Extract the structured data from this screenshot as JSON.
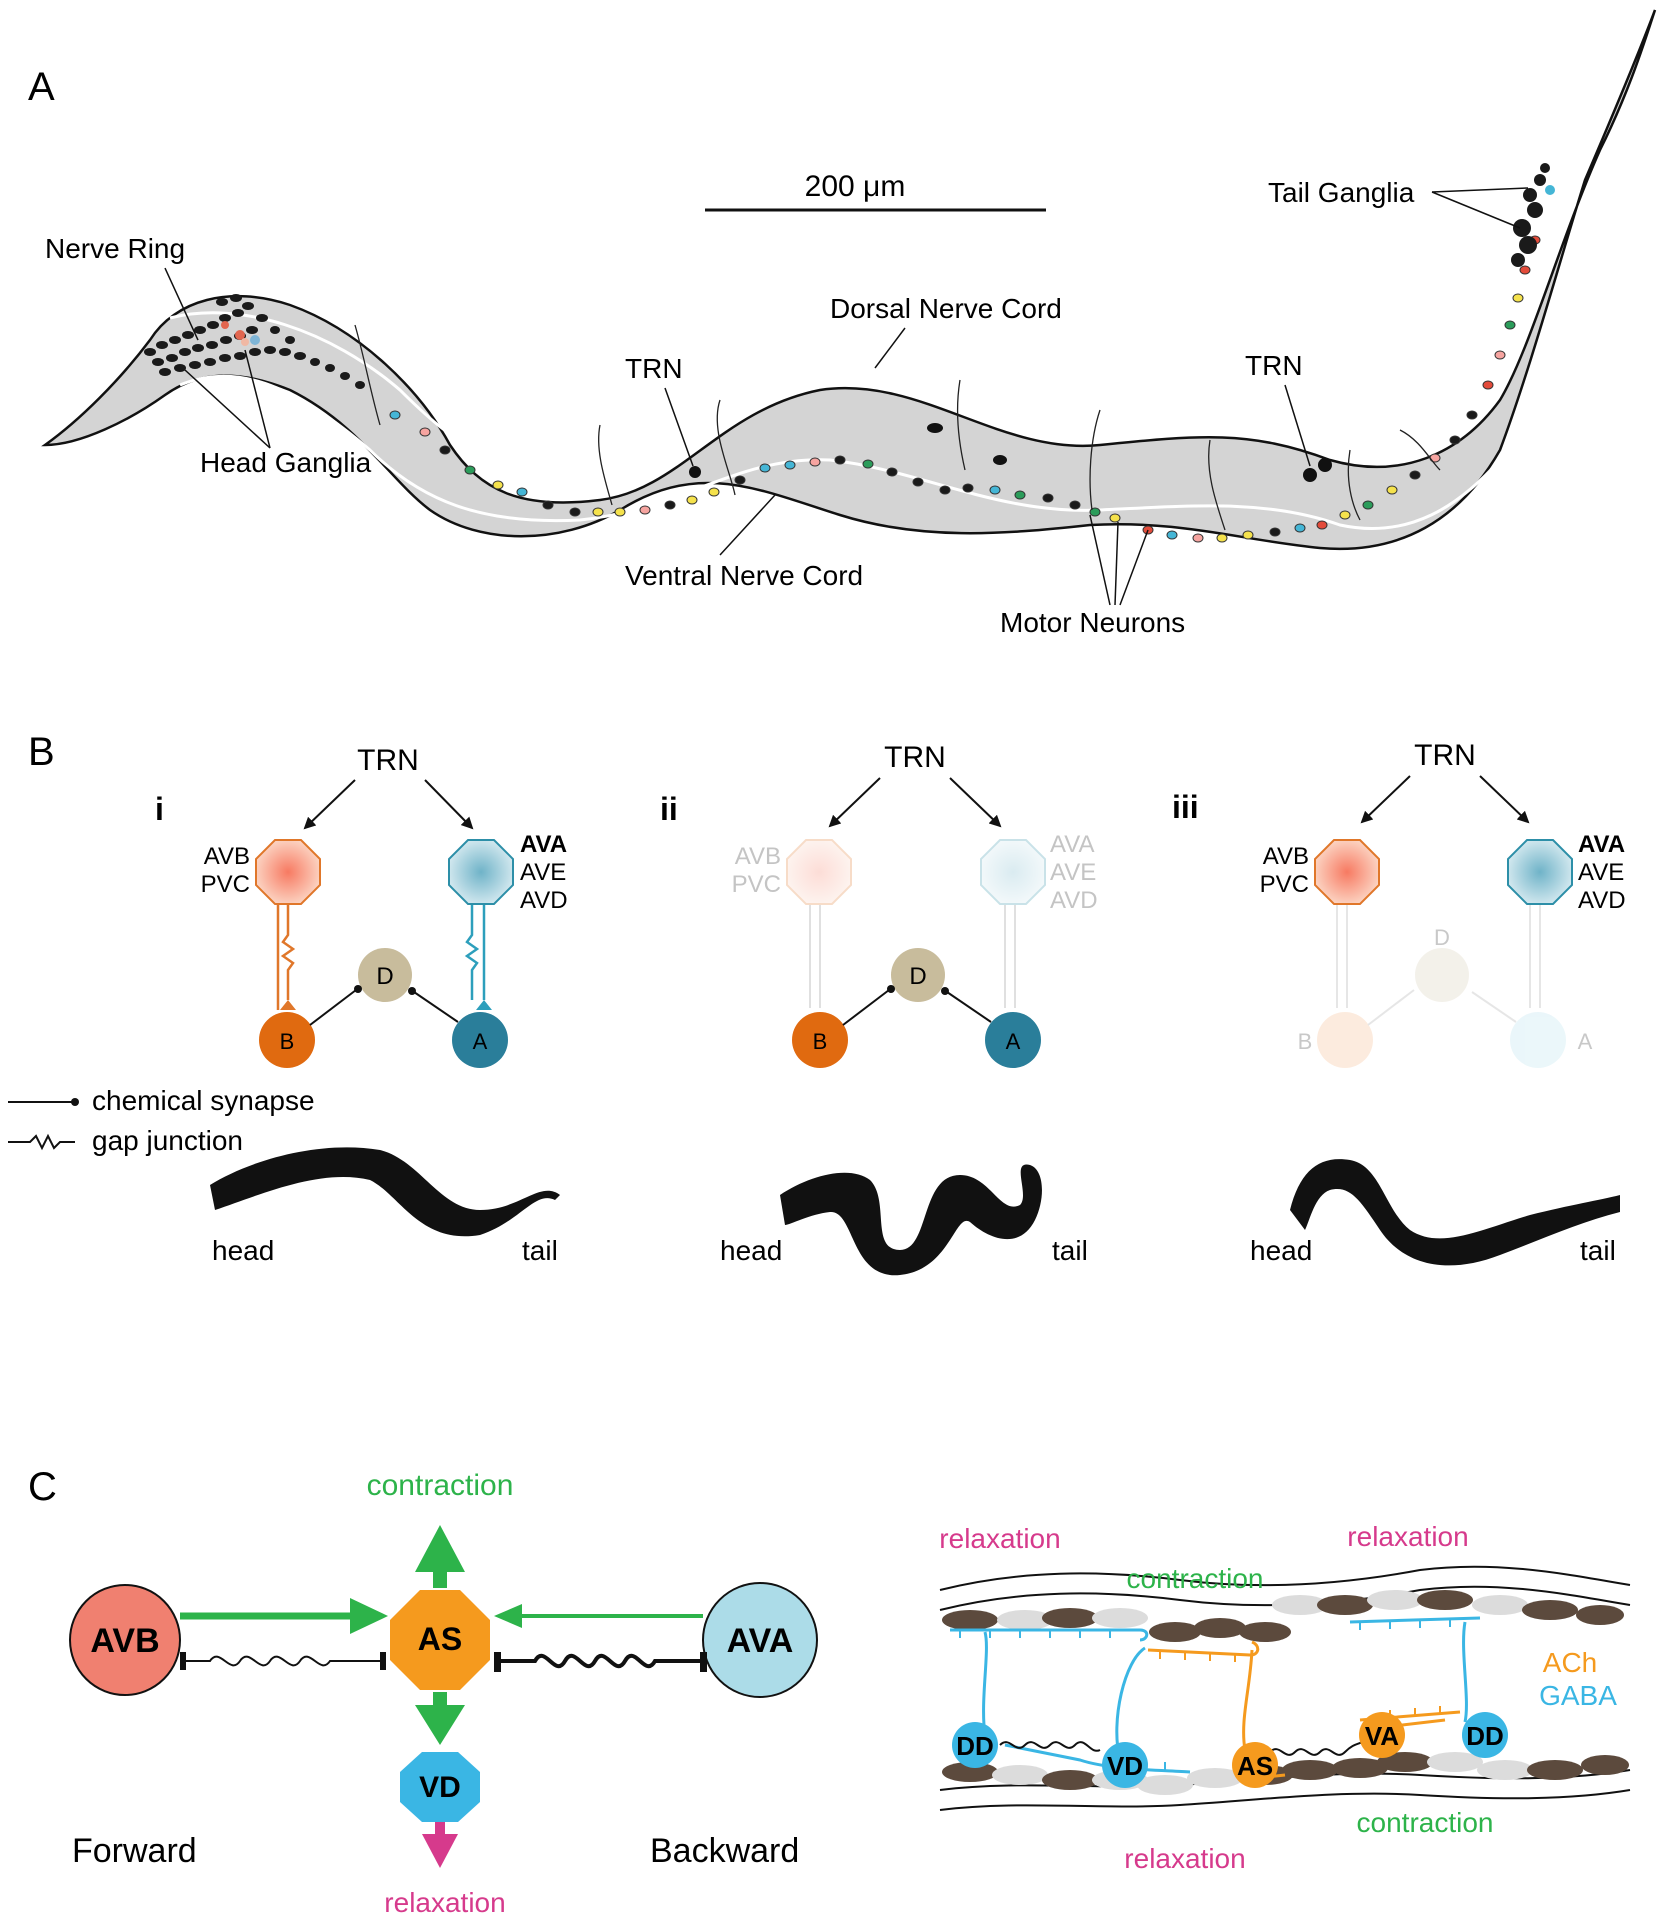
{
  "colors": {
    "worm_body": "#d4d4d4",
    "neuron_dark": "#222222",
    "avb_orange": "#e0772a",
    "ava_teal": "#2d8fa8",
    "d_tan": "#c8bc9c",
    "b_orange": "#e06a10",
    "a_teal": "#2a7e9a",
    "green": "#2db34a",
    "magenta": "#d63a8c",
    "as_orange": "#f59a1e",
    "vd_blue": "#3ab6e4",
    "avb_salmon": "#f08070",
    "ava_lightblue": "#acdce8",
    "muscle_brown": "#5c4a3d"
  },
  "panel_a": {
    "label": "A",
    "scale_bar": "200 μm",
    "nerve_ring": "Nerve Ring",
    "head_ganglia": "Head Ganglia",
    "dorsal_nerve_cord": "Dorsal Nerve Cord",
    "trn_left": "TRN",
    "trn_right": "TRN",
    "ventral_nerve_cord": "Ventral Nerve Cord",
    "motor_neurons": "Motor Neurons",
    "tail_ganglia": "Tail Ganglia"
  },
  "panel_b": {
    "label": "B",
    "legend_chemical": "chemical synapse",
    "legend_gap": "gap junction",
    "subpanels": [
      {
        "numeral": "i",
        "trn": "TRN",
        "left_top": "AVB",
        "left_bottom": "PVC",
        "right_1": "AVA",
        "right_2": "AVE",
        "right_3": "AVD",
        "node_d": "D",
        "node_b": "B",
        "node_a": "A",
        "head": "head",
        "tail": "tail"
      },
      {
        "numeral": "ii",
        "trn": "TRN",
        "left_top": "AVB",
        "left_bottom": "PVC",
        "right_1": "AVA",
        "right_2": "AVE",
        "right_3": "AVD",
        "node_d": "D",
        "node_b": "B",
        "node_a": "A",
        "head": "head",
        "tail": "tail"
      },
      {
        "numeral": "iii",
        "trn": "TRN",
        "left_top": "AVB",
        "left_bottom": "PVC",
        "right_1": "AVA",
        "right_2": "AVE",
        "right_3": "AVD",
        "node_d": "D",
        "node_b": "B",
        "node_a": "A",
        "head": "head",
        "tail": "tail"
      }
    ]
  },
  "panel_c": {
    "label": "C",
    "left": {
      "contraction": "contraction",
      "avb": "AVB",
      "as": "AS",
      "ava": "AVA",
      "vd": "VD",
      "relaxation": "relaxation",
      "forward": "Forward",
      "backward": "Backward"
    },
    "right": {
      "relaxation_top_left": "relaxation",
      "relaxation_top_right": "relaxation",
      "contraction_top": "contraction",
      "ach": "ACh",
      "gaba": "GABA",
      "dd_left": "DD",
      "vd": "VD",
      "as": "AS",
      "va": "VA",
      "dd_right": "DD",
      "relaxation_bottom": "relaxation",
      "contraction_bottom": "contraction"
    }
  }
}
